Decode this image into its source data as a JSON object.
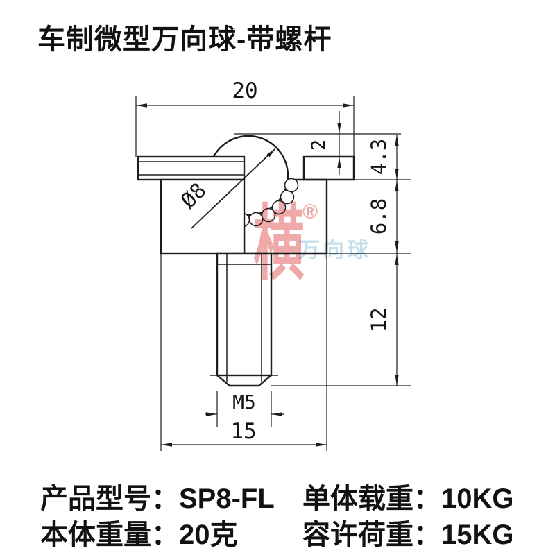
{
  "page": {
    "title": "车制微型万向球-带螺杆",
    "background": "#ffffff"
  },
  "drawing": {
    "line_color": "#1d1d1d",
    "dims": {
      "top_width": "20",
      "ball_protrusion": "2",
      "top_section_height": "4.3",
      "body_height": "6.8",
      "stud_length": "12",
      "thread_size": "M5",
      "body_width": "15",
      "ball_diameter": "Ø8"
    },
    "watermark": {
      "logo_char": "横",
      "registered_mark": "®",
      "brand_text": "万向球",
      "logo_color": "#dd4b4b",
      "brand_color": "#9cc8dc"
    }
  },
  "specs": {
    "model": {
      "label": "产品型号：",
      "value": "SP8-FL"
    },
    "unit_load": {
      "label": "单体载重：",
      "value": "10KG"
    },
    "body_weight": {
      "label": "本体重量：",
      "value": "20克"
    },
    "allowable_load": {
      "label": "容许荷重：",
      "value": "15KG"
    }
  }
}
